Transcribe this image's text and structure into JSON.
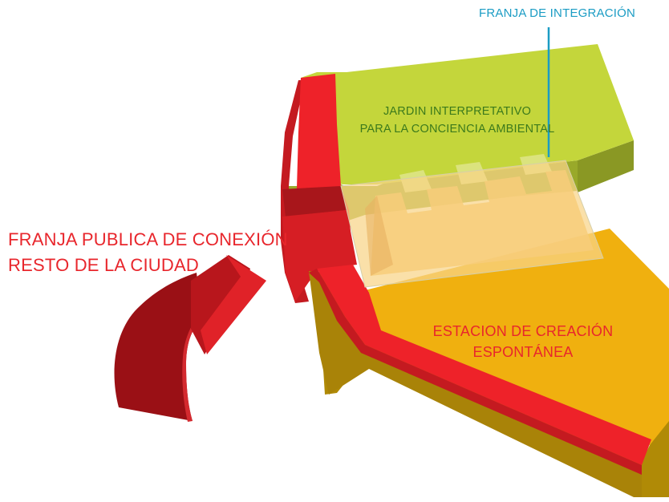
{
  "labels": {
    "franja_integracion": "FRANJA DE INTEGRACIÓN",
    "jardin": [
      "JARDIN INTERPRETATIVO",
      "PARA LA CONCIENCIA AMBIENTAL"
    ],
    "franja_publica": [
      "FRANJA PUBLICA DE CONEXIÓN",
      "RESTO DE LA CIUDAD"
    ],
    "estacion": [
      "ESTACION DE CREACIÓN",
      "ESPONTÁNEA"
    ]
  },
  "colors": {
    "green_top": "#c4d63b",
    "green_side": "#99a92a",
    "red_top": "#ee2229",
    "red_side": "#c41a20",
    "yellow_top": "#f0b00f",
    "yellow_side": "#b08a06",
    "sand_overlay": "#f8d488",
    "dark_red_arrow": "#9a1015",
    "teal": "#1b9cc4",
    "green_text": "#3c7a1c",
    "red_text": "#e8262c"
  }
}
